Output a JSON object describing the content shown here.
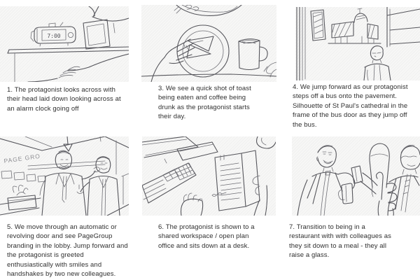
{
  "meta": {
    "kind": "storyboard",
    "background": "#ffffff"
  },
  "style": {
    "panel_background": "#f7f7f6",
    "ink_color": "#55555b",
    "caption_color": "#2f2f2f"
  },
  "panels": [
    {
      "number": "1",
      "scene": "bedside-alarm-clock",
      "caption_lines": [
        "1. The protagonist looks across with",
        "their head laid down looking across at",
        "an alarm clock going off"
      ],
      "labels": {
        "clock_time": "7:00"
      }
    },
    {
      "number": "3",
      "scene": "breakfast-toast-and-coffee",
      "caption_lines": [
        "3. We see a quick shot of toast",
        "being eaten and coffee being",
        "drunk as the protagonist starts",
        "their day."
      ]
    },
    {
      "number": "4",
      "scene": "stepping-off-bus-st-pauls",
      "caption_lines": [
        "4. We jump forward as our protagonist",
        "steps off a bus onto the pavement.",
        "Silhouette of St Paul's cathedral in the",
        "frame of the bus door as they jump off",
        "the bus."
      ]
    },
    {
      "number": "5",
      "scene": "pagegroup-lobby-greeting",
      "caption_lines": [
        "5. We move through an automatic or",
        "revolving door and see PageGroup",
        "branding in the lobby. Jump forward and",
        "the protagonist is greeted",
        "enthusiastically with smiles and",
        "handshakes by two new colleagues."
      ],
      "labels": {
        "wall_text": "PAGE GRO"
      }
    },
    {
      "number": "6",
      "scene": "open-plan-office-desk",
      "caption_lines": [
        "6. The protagonist is shown to a",
        "shared workspace / open plan",
        "office and sits down at a desk."
      ]
    },
    {
      "number": "7",
      "scene": "restaurant-raising-glasses",
      "caption_lines": [
        "7. Transition to being in a",
        "restaurant with with colleagues as",
        "they sit down to a meal - they all",
        "raise a glass."
      ]
    }
  ]
}
